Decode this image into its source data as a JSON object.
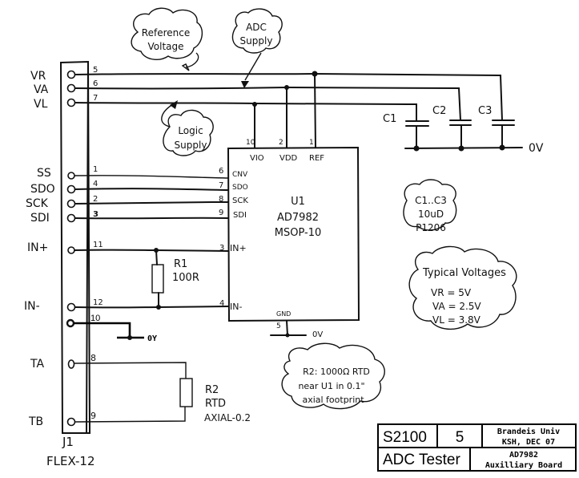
{
  "connector": {
    "ref": "J1",
    "part": "FLEX-12",
    "pins": [
      {
        "label": "VR",
        "pin": "5"
      },
      {
        "label": "VA",
        "pin": "6"
      },
      {
        "label": "VL",
        "pin": "7"
      },
      {
        "label": "SS",
        "pin": "1"
      },
      {
        "label": "SDO",
        "pin": "4"
      },
      {
        "label": "SCK",
        "pin": "2"
      },
      {
        "label": "SDI",
        "pin": "3"
      },
      {
        "label": "IN+",
        "pin": "11"
      },
      {
        "label": "IN-",
        "pin": "12"
      },
      {
        "label": "",
        "pin": "10"
      },
      {
        "label": "TA",
        "pin": "8"
      },
      {
        "label": "TB",
        "pin": "9"
      }
    ]
  },
  "ic": {
    "ref": "U1",
    "part": "AD7982",
    "package": "MSOP-10",
    "top_pins": [
      {
        "num": "10",
        "name": "VIO"
      },
      {
        "num": "2",
        "name": "VDD"
      },
      {
        "num": "1",
        "name": "REF"
      }
    ],
    "left_pins": [
      {
        "num": "6",
        "name": "CNV"
      },
      {
        "num": "7",
        "name": "SDO"
      },
      {
        "num": "8",
        "name": "SCK"
      },
      {
        "num": "9",
        "name": "SDI"
      },
      {
        "num": "3",
        "name": "IN+"
      },
      {
        "num": "4",
        "name": "IN-"
      }
    ],
    "bottom_pin": {
      "num": "5",
      "name": "GND"
    }
  },
  "capacitors": [
    "C1",
    "C2",
    "C3"
  ],
  "ground_labels": {
    "caps": "0V",
    "ic": "0V",
    "pin10": "0Y"
  },
  "r1": {
    "ref": "R1",
    "value": "100R"
  },
  "r2": {
    "ref": "R2",
    "value": "RTD",
    "footprint": "AXIAL-0.2"
  },
  "notes": {
    "reference_voltage": [
      "Reference",
      "Voltage"
    ],
    "adc_supply": [
      "ADC",
      "Supply"
    ],
    "logic_supply": [
      "Logic",
      "Supply"
    ],
    "caps": [
      "C1..C3",
      "10uD",
      "P1206"
    ],
    "typical_voltages": [
      "Typical Voltages",
      "VR = 5V",
      "VA = 2.5V",
      "VL = 3.8V"
    ],
    "rtd": [
      "R2: 1000Ω RTD",
      "near U1 in 0.1\"",
      "axial footprint"
    ]
  },
  "title_block": {
    "number": "S2100",
    "sheet": "5",
    "org_line1": "Brandeis Univ",
    "org_line2": "KSH, DEC 07",
    "title": "ADC Tester",
    "desc_line1": "AD7982",
    "desc_line2": "Auxilliary Board"
  }
}
